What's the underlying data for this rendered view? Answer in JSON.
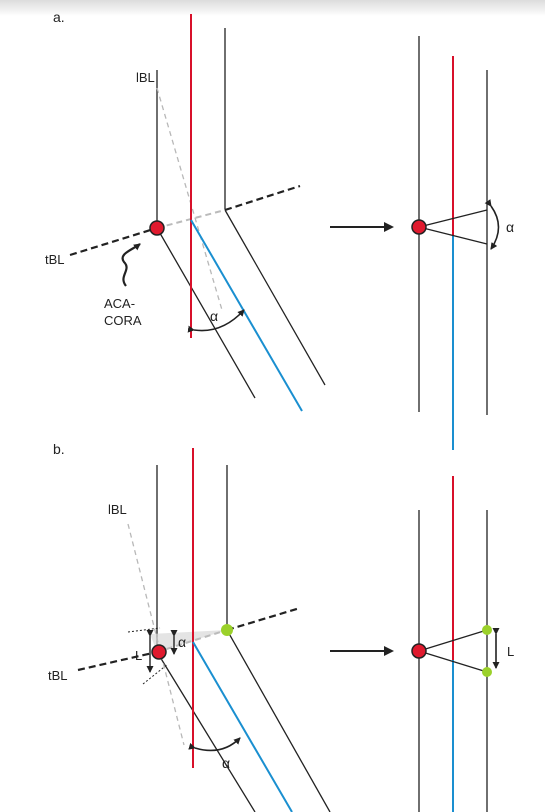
{
  "colors": {
    "bone_line": "#222222",
    "mechanical_axis": "#d8102a",
    "distal_axis": "#1a8fd0",
    "cora_point": "#e01a2e",
    "hinge_point": "#9bd12a",
    "guide_line": "#b8b8b8"
  },
  "panel_a": {
    "label": "a.",
    "lbl_text": "lBL",
    "tbl_text": "tBL",
    "cora_label_line1": "ACA-",
    "cora_label_line2": "CORA",
    "angle_symbol": "α",
    "result_angle_symbol": "α",
    "arrow_icon": "right-arrow-icon"
  },
  "panel_b": {
    "label": "b.",
    "lbl_text": "lBL",
    "tbl_text": "tBL",
    "length_symbol": "L",
    "small_angle_symbol": "α",
    "angle_symbol": "α",
    "result_length_symbol": "L",
    "arrow_icon": "right-arrow-icon"
  }
}
